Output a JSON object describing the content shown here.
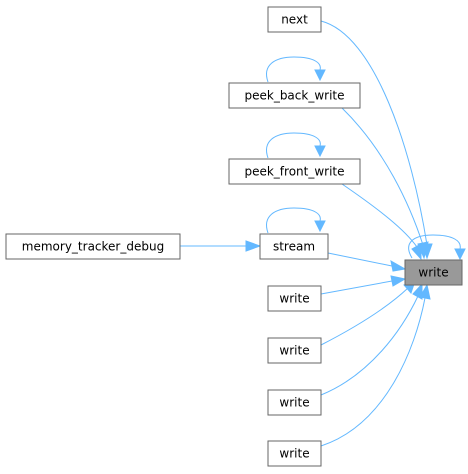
{
  "graph": {
    "focus_node": "write",
    "nodes": {
      "next": "next",
      "peek_back_write": "peek_back_write",
      "peek_front_write": "peek_front_write",
      "memory_tracker_debug": "memory_tracker_debug",
      "stream": "stream",
      "write_main": "write",
      "write_1": "write",
      "write_2": "write",
      "write_3": "write",
      "write_4": "write"
    },
    "edge_color": "#63b8ff",
    "focus_fill": "#999999",
    "node_border": "#666666"
  }
}
